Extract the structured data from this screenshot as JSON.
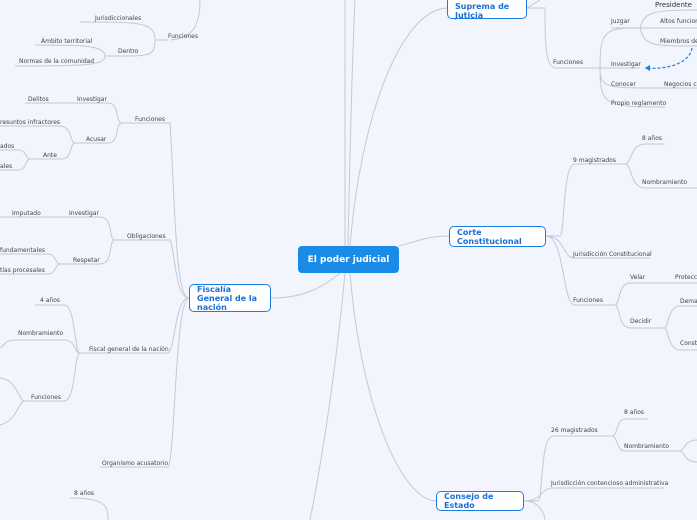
{
  "central": {
    "title": "El poder judicial"
  },
  "branches": {
    "corte_suprema": {
      "title": "Corte Suprema de Juticia",
      "labels": [
        "Presidente",
        "Juzgar",
        "Altos funciona",
        "Miembros del",
        "Funciones",
        "Investigar",
        "Conocer",
        "Negocios co",
        "Propio reglamento"
      ]
    },
    "corte_constitucional": {
      "title": "Corte Constitucional",
      "labels": [
        "9 magistrados",
        "8 años",
        "Nombramiento",
        "Jurisdicción Constitucional",
        "Funciones",
        "Velar",
        "Protecci",
        "Decidir",
        "Dema",
        "Consti"
      ]
    },
    "consejo_estado": {
      "title": "Consejo de Estado",
      "labels": [
        "26 magistrados",
        "8 años",
        "Nombramiento",
        "Jurisdicción contencioso administrativa"
      ]
    },
    "fiscalia": {
      "title": "Fiscalía General de la nación",
      "labels": [
        "Delitos",
        "Investigar",
        "Funciones",
        "resuntos infractores",
        "Acusar",
        "ados",
        "Ante",
        "ales",
        "Imputado",
        "Investigar",
        "Obligaciones",
        "fundamentales",
        "Respetar",
        "tías procesales",
        "4 años",
        "Nombramiento",
        "Fiscal general de la nación",
        "Funciones",
        "Organismo acusatorio"
      ]
    },
    "top_left": {
      "labels": [
        "Jurisdiccionales",
        "Funciones",
        "Ámbito territorial",
        "Dentro",
        "Normas de la comunidad"
      ]
    },
    "bottom_left": {
      "labels": [
        "8 años"
      ]
    }
  },
  "colors": {
    "accent": "#1a8ce8",
    "line": "#c4c8d2",
    "background": "#f2f5fd"
  }
}
